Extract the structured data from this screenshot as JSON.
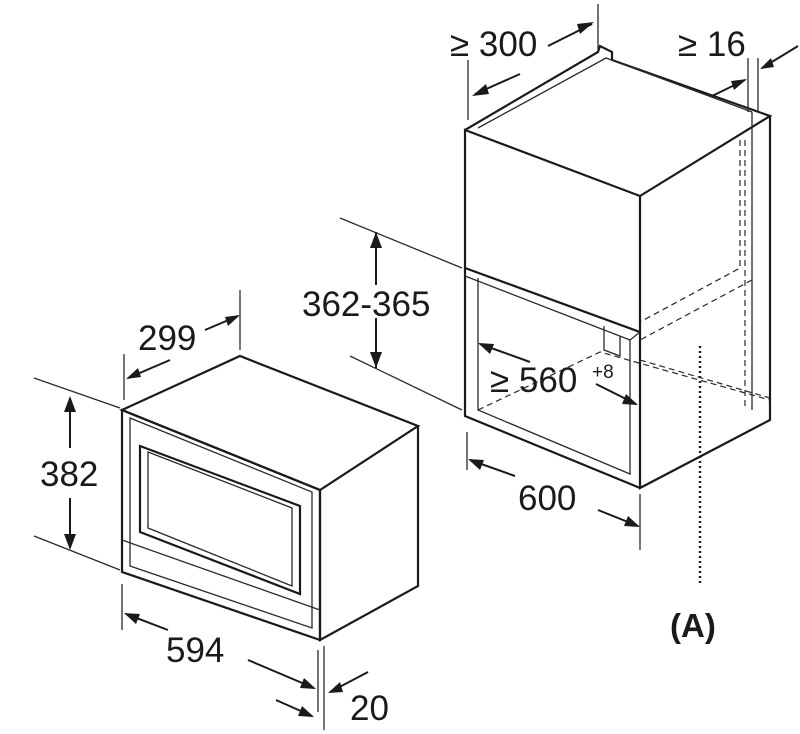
{
  "dimensions": {
    "niche_depth": "≥ 300",
    "top_gap": "≥ 16",
    "niche_height": "362-365",
    "niche_width_inner": "≥ 560",
    "niche_width_inner_tolerance": "+8",
    "cabinet_width": "600",
    "appliance_depth": "299",
    "appliance_height": "382",
    "appliance_width": "594",
    "front_panel_depth": "20"
  },
  "reference_label": "(A)"
}
